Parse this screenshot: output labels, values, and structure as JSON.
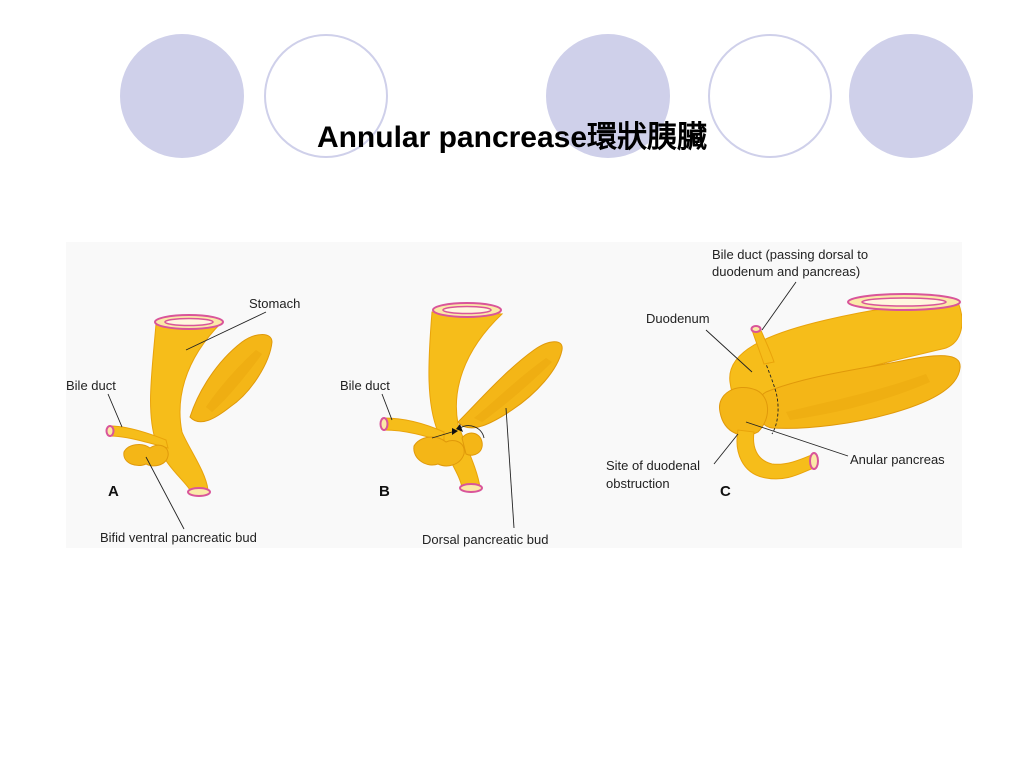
{
  "slide": {
    "title": "Annular pancrease環狀胰臟"
  },
  "colors": {
    "deco_circle": "#cfd0ea",
    "organ": "#f6bd1a",
    "outline_pink": "#d9559a"
  },
  "figure": {
    "panels": [
      {
        "letter": "A",
        "labels": {
          "stomach": "Stomach",
          "bile_duct": "Bile duct",
          "bifid_ventral_bud": "Bifid ventral pancreatic bud"
        }
      },
      {
        "letter": "B",
        "labels": {
          "bile_duct": "Bile duct",
          "dorsal_bud": "Dorsal pancreatic bud"
        }
      },
      {
        "letter": "C",
        "labels": {
          "bile_duct_line1": "Bile duct (passing dorsal to",
          "bile_duct_line2": "duodenum and pancreas)",
          "duodenum": "Duodenum",
          "obstruction_line1": "Site of duodenal",
          "obstruction_line2": "obstruction",
          "anular_pancreas": "Anular pancreas"
        }
      }
    ]
  }
}
